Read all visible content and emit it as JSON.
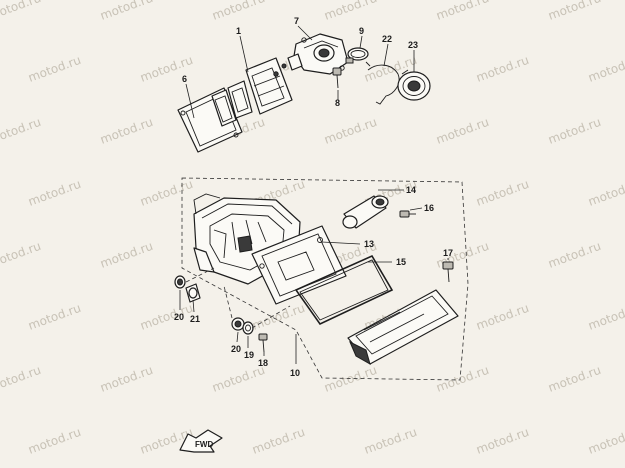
{
  "watermark": {
    "text": "motod.ru",
    "color": "#c8c2b6"
  },
  "fwd_label": "FWD",
  "callouts": [
    {
      "id": "1",
      "label": "1"
    },
    {
      "id": "6",
      "label": "6"
    },
    {
      "id": "7",
      "label": "7"
    },
    {
      "id": "8",
      "label": "8"
    },
    {
      "id": "9",
      "label": "9"
    },
    {
      "id": "22",
      "label": "22"
    },
    {
      "id": "23",
      "label": "23"
    },
    {
      "id": "14",
      "label": "14"
    },
    {
      "id": "16",
      "label": "16"
    },
    {
      "id": "13",
      "label": "13"
    },
    {
      "id": "15",
      "label": "15"
    },
    {
      "id": "17",
      "label": "17"
    },
    {
      "id": "20a",
      "label": "20"
    },
    {
      "id": "21",
      "label": "21"
    },
    {
      "id": "20b",
      "label": "20"
    },
    {
      "id": "19",
      "label": "19"
    },
    {
      "id": "18",
      "label": "18"
    },
    {
      "id": "10",
      "label": "10"
    }
  ]
}
